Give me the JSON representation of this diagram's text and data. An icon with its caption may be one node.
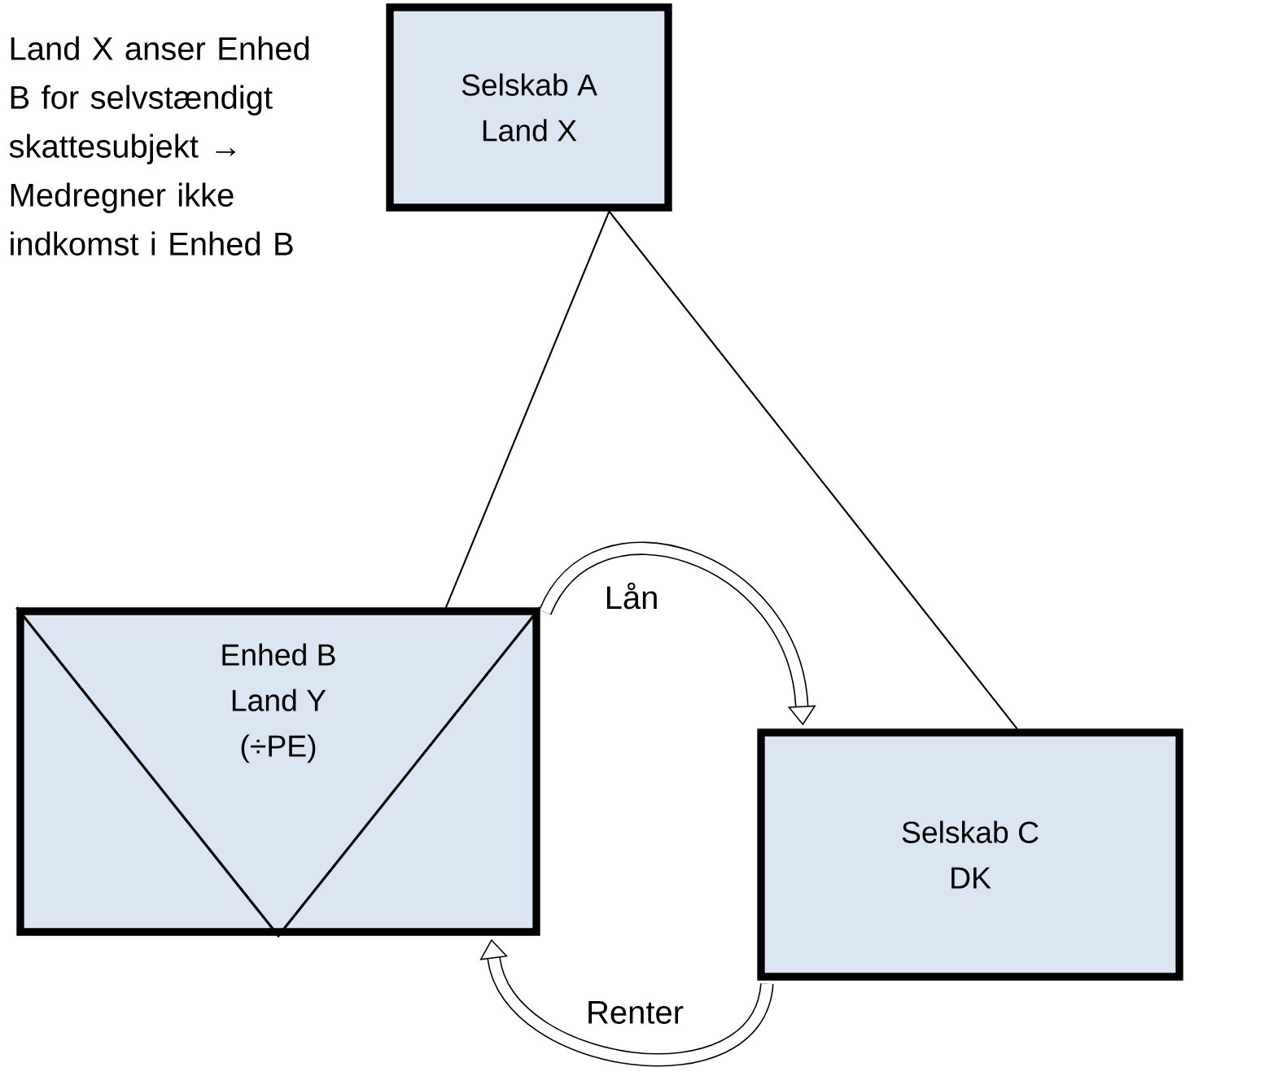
{
  "diagram": {
    "nodes": [
      {
        "text": [
          "Selskab A",
          "Land X"
        ]
      },
      {
        "text": [
          "Enhed B",
          "Land Y",
          "(÷PE)"
        ]
      },
      {
        "text": [
          "Selskab C",
          "DK"
        ]
      }
    ],
    "edges": [
      {
        "from": 0,
        "to": 1,
        "arrow": "none"
      },
      {
        "from": 0,
        "to": 2,
        "arrow": "none"
      },
      {
        "from": 1,
        "to": 2,
        "arrow": "to",
        "label": "Lån",
        "style": "thick"
      },
      {
        "from": 2,
        "to": 1,
        "arrow": "to",
        "label": "Renter",
        "style": "thick"
      }
    ],
    "labels": [
      "Land X anser Enhed B for selvstændigt skattesubjekt → Medregner ikke indkomst i Enhed B"
    ]
  }
}
